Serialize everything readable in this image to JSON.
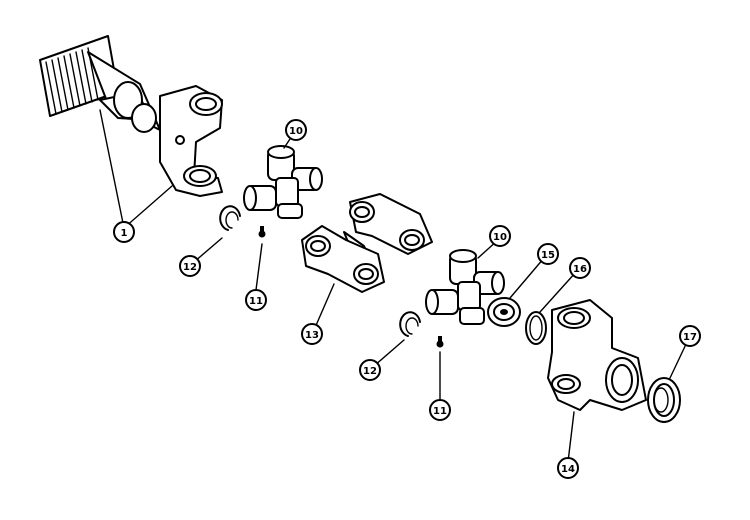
{
  "diagram": {
    "background": "#ffffff",
    "ink": "#000000",
    "callouts": [
      {
        "key": "c1",
        "label": "1"
      },
      {
        "key": "c10a",
        "label": "10"
      },
      {
        "key": "c12a",
        "label": "12"
      },
      {
        "key": "c11a",
        "label": "11"
      },
      {
        "key": "c13",
        "label": "13"
      },
      {
        "key": "c10b",
        "label": "10"
      },
      {
        "key": "c15",
        "label": "15"
      },
      {
        "key": "c16",
        "label": "16"
      },
      {
        "key": "c12b",
        "label": "12"
      },
      {
        "key": "c11b",
        "label": "11"
      },
      {
        "key": "c17",
        "label": "17"
      },
      {
        "key": "c14",
        "label": "14"
      }
    ]
  }
}
